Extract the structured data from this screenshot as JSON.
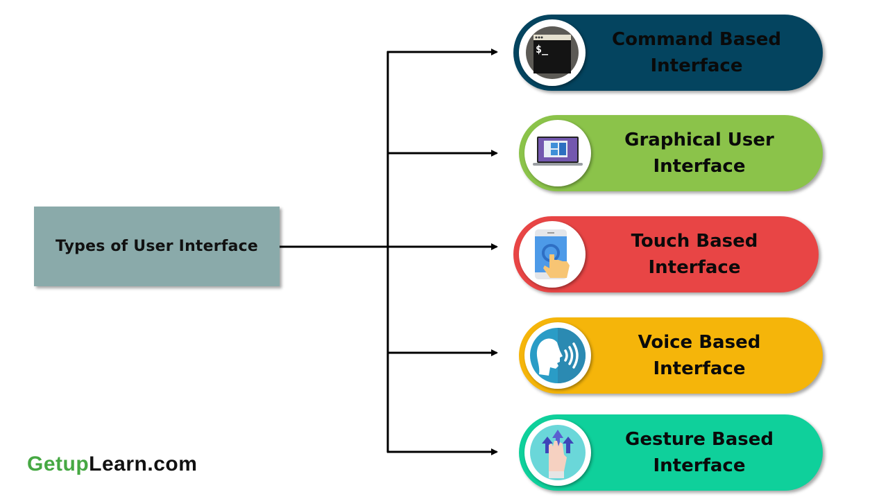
{
  "diagram": {
    "root": {
      "label": "Types of User Interface",
      "color": "#8aaaaa"
    },
    "branches": [
      {
        "line1": "Command Based",
        "line2": "Interface",
        "color": "#04445f",
        "icon": "terminal-icon"
      },
      {
        "line1": "Graphical User",
        "line2": "Interface",
        "color": "#8bc34a",
        "icon": "laptop-icon"
      },
      {
        "line1": "Touch Based",
        "line2": "Interface",
        "color": "#e84545",
        "icon": "touch-screen-icon"
      },
      {
        "line1": "Voice Based",
        "line2": "Interface",
        "color": "#f5b50a",
        "icon": "voice-icon"
      },
      {
        "line1": "Gesture Based",
        "line2": "Interface",
        "color": "#0fd09b",
        "icon": "gesture-hand-icon"
      }
    ]
  },
  "logo": {
    "part1": "Getup",
    "part2": "Learn.com"
  }
}
